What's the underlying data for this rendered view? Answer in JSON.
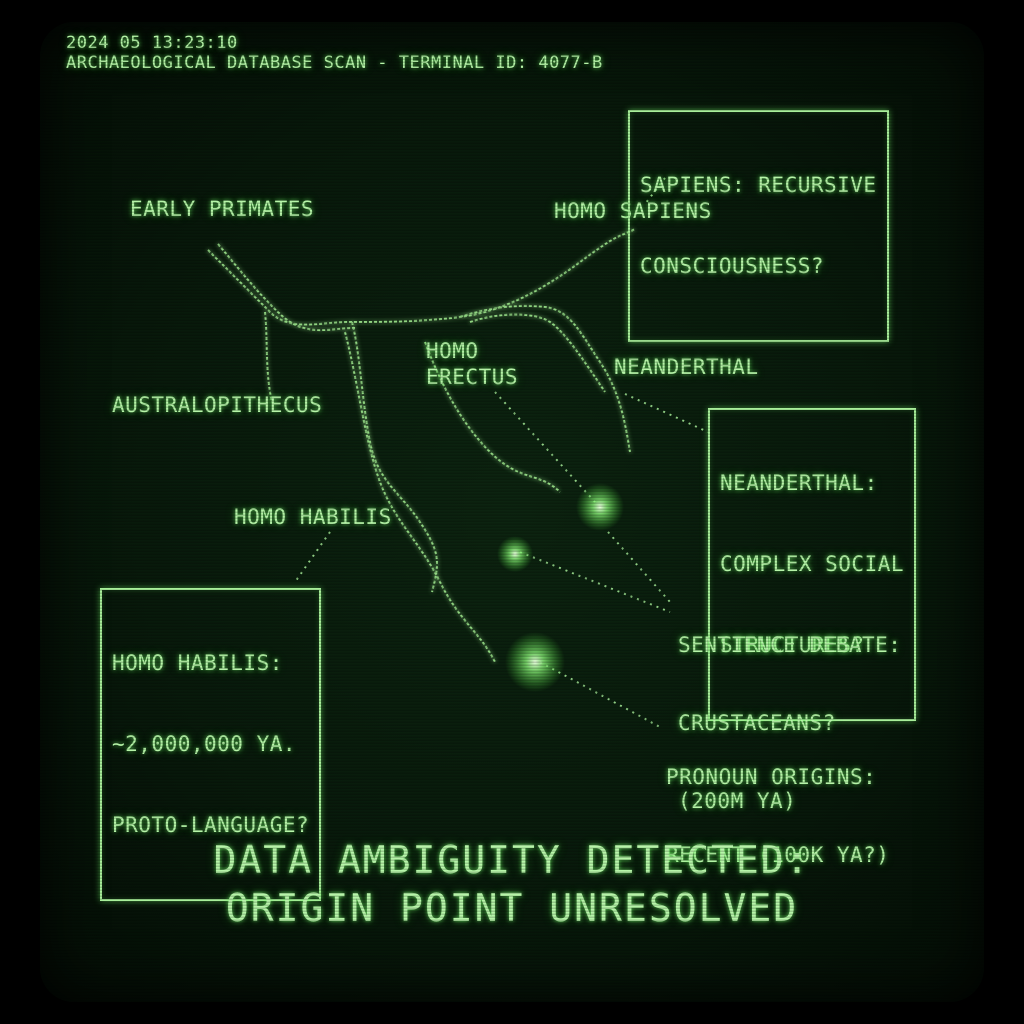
{
  "header": {
    "timestamp": "2024 05 13:23:10",
    "title": "ARCHAEOLOGICAL DATABASE SCAN - TERMINAL ID: 4077-B"
  },
  "labels": {
    "early_primates": "EARLY PRIMATES",
    "homo_sapiens": "HOMO SAPIENS",
    "homo_erectus_1": "HOMO",
    "homo_erectus_2": "ERECTUS",
    "neanderthal": "NEANDERTHAL",
    "australopithecus": "AUSTRALOPITHECUS",
    "homo_habilis": "HOMO HABILIS"
  },
  "annotations": {
    "sapiens_box": [
      "SAPIENS: RECURSIVE",
      "CONSCIOUSNESS?"
    ],
    "neanderthal_box": [
      "NEANDERTHAL:",
      "COMPLEX SOCIAL",
      "STRUCTURES?"
    ],
    "habilis_box": [
      "HOMO HABILIS:",
      "~2,000,000 YA.",
      "PROTO-LANGUAGE?"
    ],
    "sentience": [
      "SENTIENCE DEBATE:",
      "CRUSTACEANS?",
      "(200M YA)"
    ],
    "pronoun": [
      "PRONOUN ORIGINS:",
      "RECENT (100K YA?)"
    ]
  },
  "banner": {
    "line1": "DATA AMBIGUITY DETECTED:",
    "line2": "ORIGIN POINT UNRESOLVED"
  },
  "colors": {
    "phosphor": "#b6f5a8",
    "screen": "#081a0b"
  }
}
